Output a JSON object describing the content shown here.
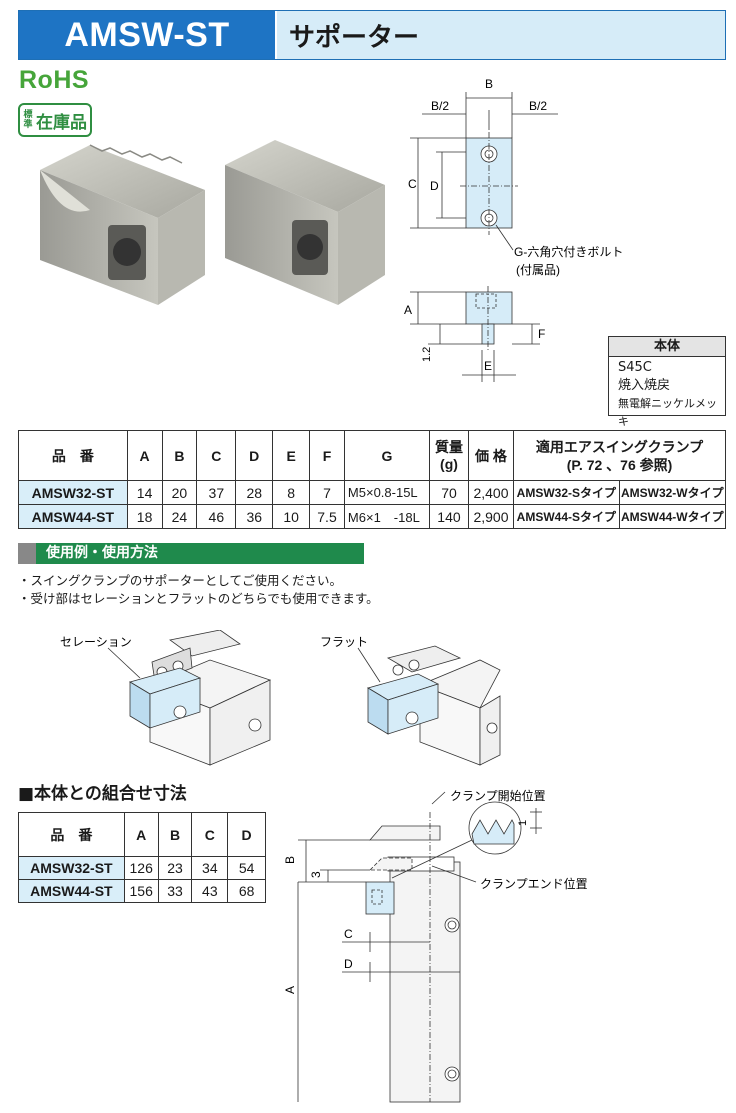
{
  "header": {
    "model": "AMSW-ST",
    "title": "サポーター"
  },
  "badges": {
    "rohs": "RoHS",
    "stock_small": "標準",
    "stock_large": "在庫品"
  },
  "dims_drawing": {
    "labels": [
      "B",
      "B/2",
      "B/2",
      "C",
      "D",
      "A",
      "1.2",
      "E",
      "F"
    ],
    "bolt_note": "G-六角穴付きボルト",
    "bolt_note2": "(付属品)"
  },
  "material": {
    "header": "本体",
    "lines": [
      "S45C",
      "焼入焼戻",
      "無電解ニッケルメッキ"
    ]
  },
  "spec_table": {
    "headers": [
      "品　番",
      "A",
      "B",
      "C",
      "D",
      "E",
      "F",
      "G",
      "質量\n(g)",
      "価 格",
      "適用エアスイングクランプ\n(P. 72 、76 参照)"
    ],
    "rows": [
      {
        "part": "AMSW32-ST",
        "A": "14",
        "B": "20",
        "C": "37",
        "D": "28",
        "E": "8",
        "F": "7",
        "G": "M5×0.8-15L",
        "mass": "70",
        "price": "2,400",
        "clamp_s": "AMSW32-Sタイプ",
        "clamp_w": "AMSW32-Wタイプ"
      },
      {
        "part": "AMSW44-ST",
        "A": "18",
        "B": "24",
        "C": "46",
        "D": "36",
        "E": "10",
        "F": "7.5",
        "G": "M6×1　-18L",
        "mass": "140",
        "price": "2,900",
        "clamp_s": "AMSW44-Sタイプ",
        "clamp_w": "AMSW44-Wタイプ"
      }
    ]
  },
  "usage": {
    "heading": "使用例・使用方法",
    "notes": [
      "・スイングクランプのサポーターとしてご使用ください。",
      "・受け部はセレーションとフラットのどちらでも使用できます。"
    ],
    "label_serration": "セレーション",
    "label_flat": "フラット"
  },
  "combo": {
    "heading": "■本体との組合せ寸法",
    "headers": [
      "品　番",
      "A",
      "B",
      "C",
      "D"
    ],
    "rows": [
      {
        "part": "AMSW32-ST",
        "A": "126",
        "B": "23",
        "C": "34",
        "D": "54"
      },
      {
        "part": "AMSW44-ST",
        "A": "156",
        "B": "33",
        "C": "43",
        "D": "68"
      }
    ],
    "label_start": "クランプ開始位置",
    "label_end": "クランプエンド位置",
    "dim_labels": [
      "B",
      "3",
      "C",
      "D",
      "A",
      "1"
    ]
  },
  "colors": {
    "accent_blue": "#1e74c4",
    "light_blue": "#d6ecf8",
    "green": "#1f8a4c",
    "rohs_green": "#46a53a"
  }
}
